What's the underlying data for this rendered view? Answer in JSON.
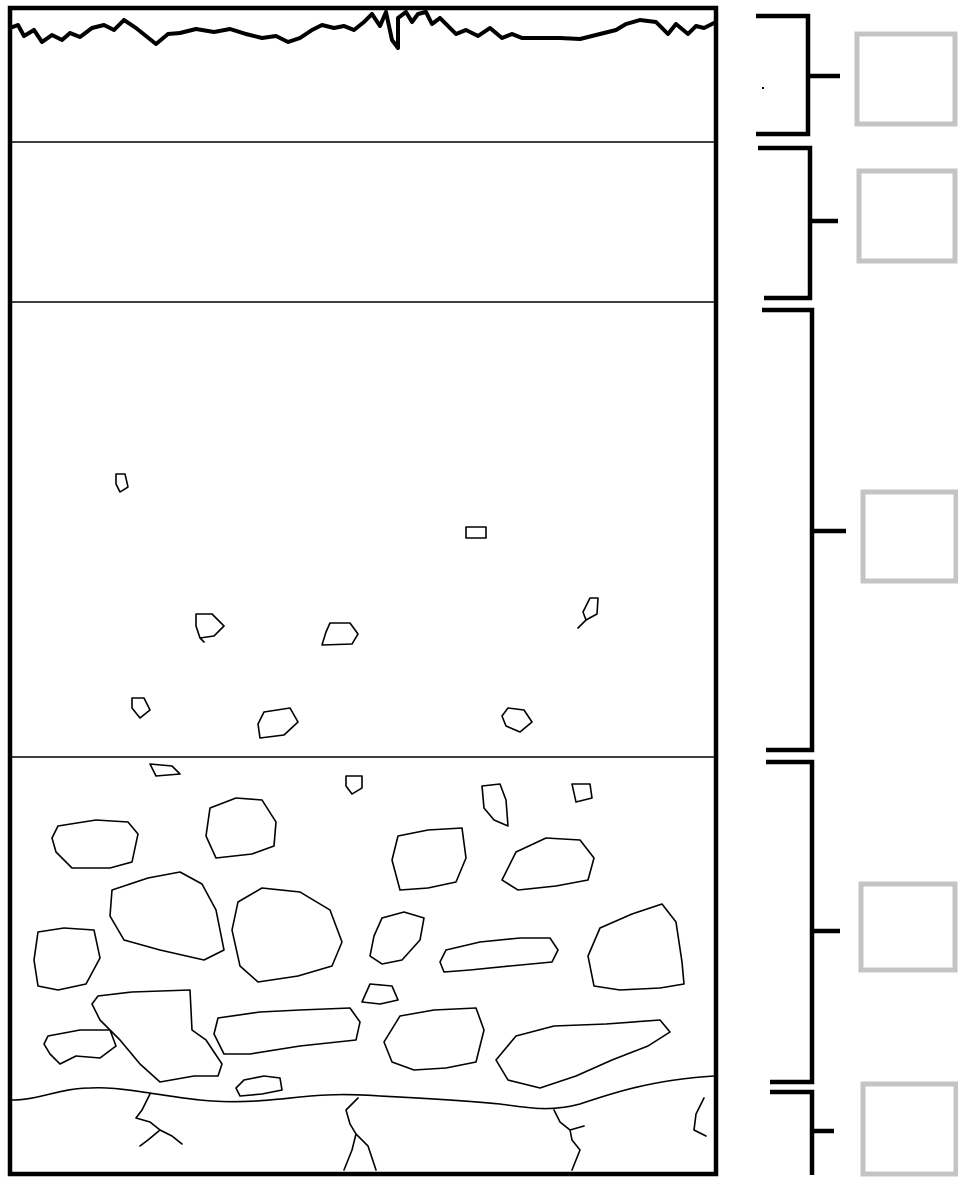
{
  "diagram": {
    "layers": [
      {
        "id": "horizon-1",
        "label": ""
      },
      {
        "id": "horizon-2",
        "label": ""
      },
      {
        "id": "horizon-3",
        "label": ""
      },
      {
        "id": "horizon-4",
        "label": ""
      },
      {
        "id": "horizon-5",
        "label": ""
      }
    ],
    "colors": {
      "line": "#000000",
      "label_box_border": "#c4c4c4",
      "background": "#ffffff"
    }
  }
}
